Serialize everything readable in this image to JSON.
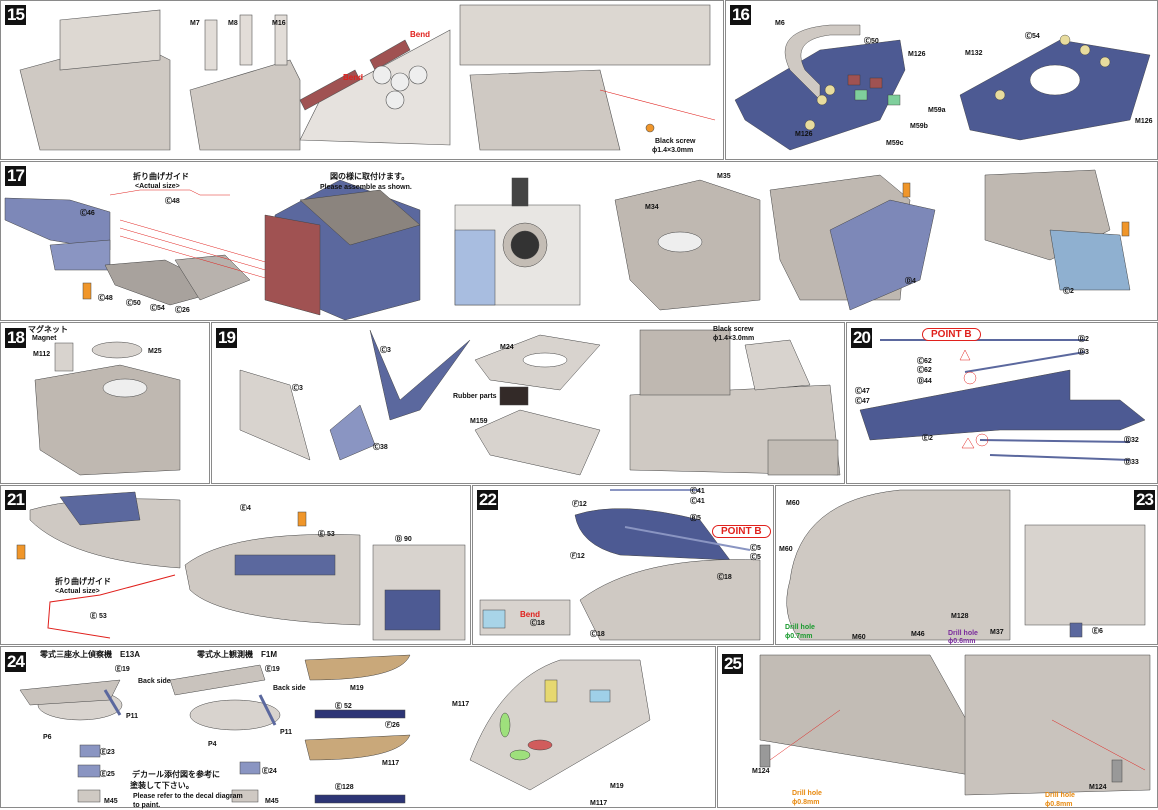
{
  "colors": {
    "hull": "#c9c3bd",
    "plate": "#4d5a93",
    "red_part": "#a05252",
    "glue": "#f0962a",
    "accent": "#e0201c"
  },
  "p15": {
    "step": "15",
    "m7": "M7",
    "m8": "M8",
    "m16": "M16",
    "bend1": "Bend",
    "bend2": "Bend",
    "screw": "Black screw",
    "screw_size": "ϕ1.4×3.0mm"
  },
  "p16": {
    "step": "16",
    "m6": "M6",
    "c50": "Ⓒ50",
    "m126a": "M126",
    "m59a": "M59a",
    "m59b": "M59b",
    "m59c": "M59c",
    "m126b": "M126",
    "m132": "M132",
    "c54": "Ⓒ54",
    "m126c": "M126"
  },
  "p17": {
    "step": "17",
    "guide_jp": "折り曲げガイド",
    "guide_en": "<Actual size>",
    "c48_guide": "Ⓒ48",
    "c46": "Ⓒ46",
    "c48": "Ⓒ48",
    "c50": "Ⓒ50",
    "c54": "Ⓒ54",
    "c26": "Ⓒ26",
    "note_jp": "図の様に取付けます。",
    "note_en": "Please assemble as shown.",
    "m35": "M35",
    "m34": "M34",
    "d4": "Ⓓ4",
    "c2": "Ⓒ2"
  },
  "p18": {
    "step": "18",
    "magnet_jp": "マグネット",
    "magnet_en": "Magnet",
    "m112": "M112",
    "m25": "M25"
  },
  "p19": {
    "step": "19",
    "c3a": "Ⓒ3",
    "c3b": "Ⓒ3",
    "c38": "Ⓒ38",
    "m24": "M24",
    "rubber": "Rubber parts",
    "m159": "M159",
    "screw": "Black screw",
    "screw_size": "ϕ1.4×3.0mm"
  },
  "p20": {
    "step": "20",
    "point": "POINT B",
    "d2": "Ⓓ2",
    "d3": "Ⓓ3",
    "c62a": "Ⓒ62",
    "c62b": "Ⓒ62",
    "d44": "Ⓓ44",
    "c47a": "Ⓒ47",
    "c47b": "Ⓒ47",
    "e2": "Ⓔ2",
    "d32": "Ⓓ32",
    "d33": "Ⓓ33"
  },
  "p21": {
    "step": "21",
    "e4": "Ⓔ4",
    "e53": "Ⓔ 53",
    "d90": "Ⓓ 90",
    "guide_jp": "折り曲げガイド",
    "guide_en": "<Actual size>",
    "e53_guide": "Ⓔ 53"
  },
  "p22": {
    "step": "22",
    "c41a": "Ⓒ41",
    "c41b": "Ⓒ41",
    "f12a": "Ⓕ12",
    "b5": "Ⓑ5",
    "point": "POINT B",
    "c5a": "Ⓒ5",
    "c5b": "Ⓒ5",
    "f12b": "Ⓕ12",
    "c18a": "Ⓒ18",
    "bend": "Bend",
    "c18b": "Ⓒ18",
    "c18c": "Ⓒ18"
  },
  "p23": {
    "step": "23",
    "m60a": "M60",
    "m60b": "M60",
    "m128": "M128",
    "m37": "M37",
    "m60c": "M60",
    "m46": "M46",
    "drill07_a": "Drill hole",
    "drill07_b": "ϕ0.7mm",
    "drill06_a": "Drill hole",
    "drill06_b": "ϕ0.6mm",
    "e6": "Ⓔ6"
  },
  "p24": {
    "step": "24",
    "title_e13a": "零式三座水上偵察機　E13A",
    "title_f1m": "零式水上観測機　F1M",
    "e19a": "Ⓔ19",
    "back_a": "Back side",
    "p11a": "P11",
    "p6": "P6",
    "e23": "Ⓔ23",
    "e25": "Ⓔ25",
    "m45a": "M45",
    "e19b": "Ⓔ19",
    "back_b": "Back side",
    "p11b": "P11",
    "p4": "P4",
    "e24": "Ⓔ24",
    "m45b": "M45",
    "decal_jp1": "デカール添付図を参考に",
    "decal_jp2": "塗装して下さい。",
    "decal_en1": "Please refer to the decal diagram",
    "decal_en2": "to paint.",
    "m19": "M19",
    "e52": "Ⓔ 52",
    "f26": "Ⓕ26",
    "m117": "M117",
    "e128": "Ⓔ128",
    "m117b": "M117",
    "m19b": "M19",
    "m117c": "M117"
  },
  "p25": {
    "step": "25",
    "m124a": "M124",
    "drill_a1": "Drill hole",
    "drill_a2": "ϕ0.8mm",
    "drill_b1": "Drill hole",
    "drill_b2": "ϕ0.8mm",
    "m124b": "M124"
  }
}
